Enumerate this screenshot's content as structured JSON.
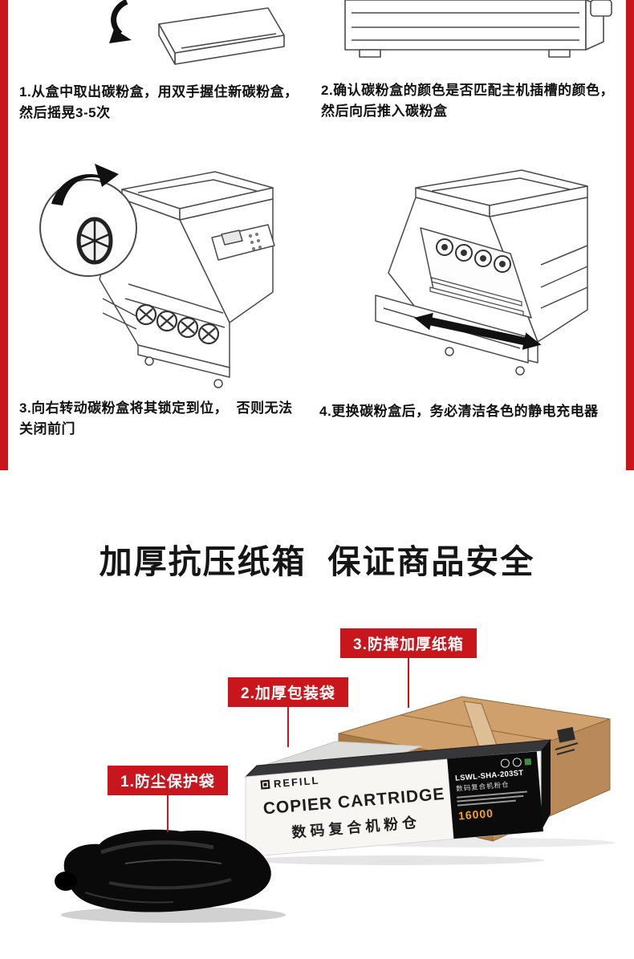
{
  "colors": {
    "accent_red": "#c9161d",
    "carton_brown": "#aa7a46",
    "yield_orange": "#f5a31a"
  },
  "steps": [
    {
      "caption": "1.从盒中取出碳粉盒，用双手握住新碳粉盒，然后摇晃3-5次"
    },
    {
      "caption": "2.确认碳粉盒的颜色是否匹配主机插槽的颜色，然后向后推入碳粉盒"
    },
    {
      "caption": "3.向右转动碳粉盒将其锁定到位，  否则无法关闭前门"
    },
    {
      "caption": "4.更换碳粉盒后，务必清洁各色的静电充电器"
    }
  ],
  "section_title": "加厚抗压纸箱  保证商品安全",
  "packaging": {
    "labels": [
      {
        "text": "1.防尘保护袋"
      },
      {
        "text": "2.加厚包装袋"
      },
      {
        "text": "3.防摔加厚纸箱"
      }
    ],
    "box": {
      "brand": "REFILL",
      "title_en": "COPIER CARTRIDGE",
      "title_cn": "数码复合机粉仓",
      "label": {
        "model": "LSWL-SHA-203ST",
        "subtitle": "数码复合机粉仓",
        "yield": "16000"
      }
    }
  }
}
